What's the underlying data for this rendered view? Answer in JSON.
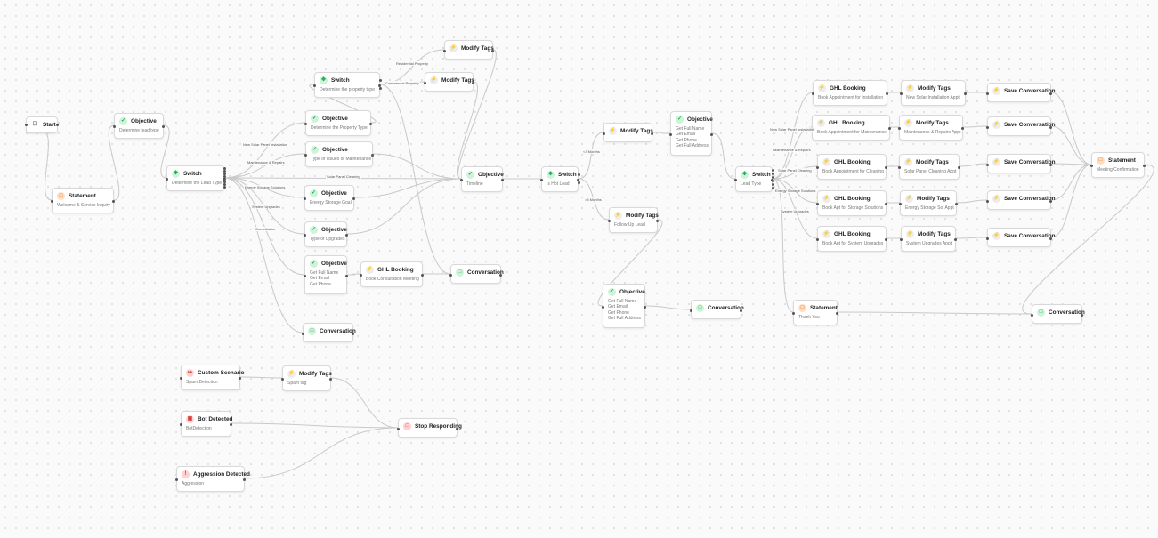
{
  "canvas": {
    "nodes": [
      {
        "id": "start",
        "kind": "start",
        "title": "Start"
      },
      {
        "id": "stmt_welcome",
        "kind": "statement",
        "title": "Statement",
        "sub": "Welcome & Service Inquiry"
      },
      {
        "id": "obj_lead",
        "kind": "objective",
        "title": "Objective",
        "sub": "Determine lead type"
      },
      {
        "id": "sw_lead",
        "kind": "switch",
        "title": "Switch",
        "sub": "Determine the Lead Type"
      },
      {
        "id": "sw_prop",
        "kind": "switch",
        "title": "Switch",
        "sub": "Determine the property type"
      },
      {
        "id": "mt_res",
        "kind": "modify",
        "title": "Modify Tags"
      },
      {
        "id": "mt_com",
        "kind": "modify",
        "title": "Modify Tags"
      },
      {
        "id": "obj_prop",
        "kind": "objective",
        "title": "Objective",
        "sub": "Determine the Property Type"
      },
      {
        "id": "obj_repair",
        "kind": "objective",
        "title": "Objective",
        "sub": "Type of Issues or Maintenance"
      },
      {
        "id": "obj_energy",
        "kind": "objective",
        "title": "Objective",
        "sub": "Energy Storage Goal"
      },
      {
        "id": "obj_upgrade",
        "kind": "objective",
        "title": "Objective",
        "sub": "Type of Upgrades"
      },
      {
        "id": "obj_consult",
        "kind": "objective",
        "title": "Objective",
        "lines": [
          "Get Full Name",
          "Get Email",
          "Get Phone"
        ]
      },
      {
        "id": "ghl_consult",
        "kind": "ghl",
        "title": "GHL Booking",
        "sub": "Book Consultation Meeting"
      },
      {
        "id": "conv_mid",
        "kind": "conversation",
        "title": "Conversation"
      },
      {
        "id": "conv_left",
        "kind": "conversation",
        "title": "Conversation"
      },
      {
        "id": "obj_timeline",
        "kind": "objective",
        "title": "Objective",
        "sub": "Timeline"
      },
      {
        "id": "sw_hot",
        "kind": "switch",
        "title": "Switch",
        "sub": "Is Hot Lead"
      },
      {
        "id": "mt_hot",
        "kind": "modify",
        "title": "Modify Tags"
      },
      {
        "id": "mt_follow",
        "kind": "modify",
        "title": "Modify Tags",
        "sub": "Follow Up Lead"
      },
      {
        "id": "obj_contact1",
        "kind": "objective",
        "title": "Objective",
        "lines": [
          "Get Full Name",
          "Get Email",
          "Get Phone",
          "Get Full Address"
        ]
      },
      {
        "id": "obj_contact2",
        "kind": "objective",
        "title": "Objective",
        "lines": [
          "Get Full Name",
          "Get Email",
          "Get Phone",
          "Get Full Address"
        ]
      },
      {
        "id": "conv_follow",
        "kind": "conversation",
        "title": "Conversation"
      },
      {
        "id": "sw_type",
        "kind": "switch",
        "title": "Switch",
        "sub": "Lead Type"
      },
      {
        "id": "ghl_install",
        "kind": "ghl",
        "title": "GHL Booking",
        "sub": "Book Appointment for Installation"
      },
      {
        "id": "ghl_maint",
        "kind": "ghl",
        "title": "GHL Booking",
        "sub": "Book Appointment for Maintenance"
      },
      {
        "id": "ghl_clean",
        "kind": "ghl",
        "title": "GHL Booking",
        "sub": "Book Appointment for Cleaning"
      },
      {
        "id": "ghl_storage",
        "kind": "ghl",
        "title": "GHL Booking",
        "sub": "Book Apt for Storage Solutions"
      },
      {
        "id": "ghl_sys",
        "kind": "ghl",
        "title": "GHL Booking",
        "sub": "Book Apt for System Upgrades"
      },
      {
        "id": "mt_install",
        "kind": "modify",
        "title": "Modify Tags",
        "sub": "New Solar Installation Appt"
      },
      {
        "id": "mt_maint",
        "kind": "modify",
        "title": "Modify Tags",
        "sub": "Maintenance & Repairs Appt"
      },
      {
        "id": "mt_clean",
        "kind": "modify",
        "title": "Modify Tags",
        "sub": "Solar Panel Cleaning Appt"
      },
      {
        "id": "mt_storage",
        "kind": "modify",
        "title": "Modify Tags",
        "sub": "Energy Storage Sol Appt"
      },
      {
        "id": "mt_sys",
        "kind": "modify",
        "title": "Modify Tags",
        "sub": "System Upgrades Appt"
      },
      {
        "id": "save1",
        "kind": "save",
        "title": "Save Conversation"
      },
      {
        "id": "save2",
        "kind": "save",
        "title": "Save Conversation"
      },
      {
        "id": "save3",
        "kind": "save",
        "title": "Save Conversation"
      },
      {
        "id": "save4",
        "kind": "save",
        "title": "Save Conversation"
      },
      {
        "id": "save5",
        "kind": "save",
        "title": "Save Conversation"
      },
      {
        "id": "stmt_confirm",
        "kind": "statement",
        "title": "Statement",
        "sub": "Meeting Confirmation"
      },
      {
        "id": "stmt_thanks",
        "kind": "statement",
        "title": "Statement",
        "sub": "Thank You"
      },
      {
        "id": "conv_right",
        "kind": "conversation",
        "title": "Conversation"
      },
      {
        "id": "custom",
        "kind": "custom",
        "title": "Custom Scenario",
        "sub": "Spam Detection"
      },
      {
        "id": "mt_spam",
        "kind": "modify",
        "title": "Modify Tags",
        "sub": "Spam tag"
      },
      {
        "id": "bot",
        "kind": "bot",
        "title": "Bot Detected",
        "sub": "BotDetection"
      },
      {
        "id": "aggr",
        "kind": "aggression",
        "title": "Aggression Detected",
        "sub": "Aggression"
      },
      {
        "id": "stop",
        "kind": "stop",
        "title": "Stop Responding"
      }
    ],
    "edge_labels": [
      {
        "id": "el_res",
        "text": "Residential Property"
      },
      {
        "id": "el_com",
        "text": "Commercial Property"
      },
      {
        "id": "el_new",
        "text": "New Solar Panel Installation"
      },
      {
        "id": "el_mr",
        "text": "Maintenance & Repairs"
      },
      {
        "id": "el_clean",
        "text": "Solar Panel Cleaning"
      },
      {
        "id": "el_energy",
        "text": "Energy Storage Solutions"
      },
      {
        "id": "el_sys",
        "text": "System Upgrades"
      },
      {
        "id": "el_cons",
        "text": "Consultation"
      },
      {
        "id": "el_lt3",
        "text": "<3 Months"
      },
      {
        "id": "el_gt3",
        "text": ">3 Months"
      },
      {
        "id": "el_new2",
        "text": "New Solar Panel Installation"
      },
      {
        "id": "el_mr2",
        "text": "Maintenance & Repairs"
      },
      {
        "id": "el_clean2",
        "text": "Solar Panel Cleaning"
      },
      {
        "id": "el_energy2",
        "text": "Energy Storage Solutions"
      },
      {
        "id": "el_sys2",
        "text": "System Upgrades"
      }
    ],
    "icons": {
      "start": "chat-bubble-icon",
      "statement": "message-square-icon",
      "objective": "check-circle-icon",
      "switch": "split-arrows-icon",
      "modify": "lightning-icon",
      "ghl": "lightning-icon",
      "save": "lightning-icon",
      "conversation": "chat-square-icon",
      "custom": "scenario-icon",
      "bot": "robot-icon",
      "aggression": "warning-icon",
      "stop": "stop-square-icon"
    },
    "colors": {
      "objective": "#1aa64b",
      "statement": "#e0700f",
      "danger": "#d63b3b",
      "action": "#333333",
      "edge": "#c9c9cc"
    }
  }
}
